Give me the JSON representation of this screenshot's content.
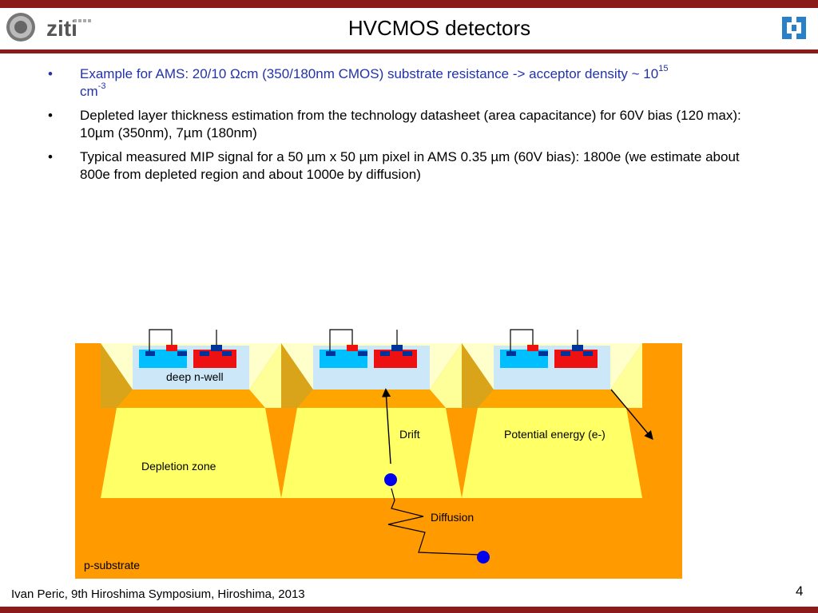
{
  "header": {
    "title": "HVCMOS detectors",
    "logo_text": "ziti"
  },
  "bullets": {
    "b1_text": "Example for AMS: 20/10 Ωcm (350/180nm CMOS) substrate resistance -> acceptor density ~ 10",
    "b1_sup": "15",
    "b1_tail": "cm",
    "b1_tail_sup": "-3",
    "b2_text": "Depleted layer thickness estimation from the technology datasheet (area capacitance) for 60V bias (120 max): 10µm (350nm), 7µm (180nm)",
    "b3_text": "Typical measured MIP signal for a 50 µm x 50 µm pixel in AMS 0.35 µm (60V bias): 1800e (we estimate about 800e from depleted region and about 1000e by diffusion)"
  },
  "diagram": {
    "label_nwell": "deep n-well",
    "label_depletion": "Depletion zone",
    "label_drift": "Drift",
    "label_potential": "Potential energy (e-)",
    "label_diffusion": "Diffusion",
    "label_substrate": "p-substrate"
  },
  "colors": {
    "accent": "#8b1a1a",
    "substrate": "#ff9a00",
    "depletion": "#ffff66",
    "nwell": "#cce8f8",
    "implant_cyan": "#00bfff",
    "implant_red": "#ee1111",
    "contact_blue": "#003399",
    "electron": "#0000ee"
  },
  "footer": {
    "author": "Ivan Peric, 9th Hiroshima Symposium, Hiroshima, 2013",
    "page": "4"
  }
}
